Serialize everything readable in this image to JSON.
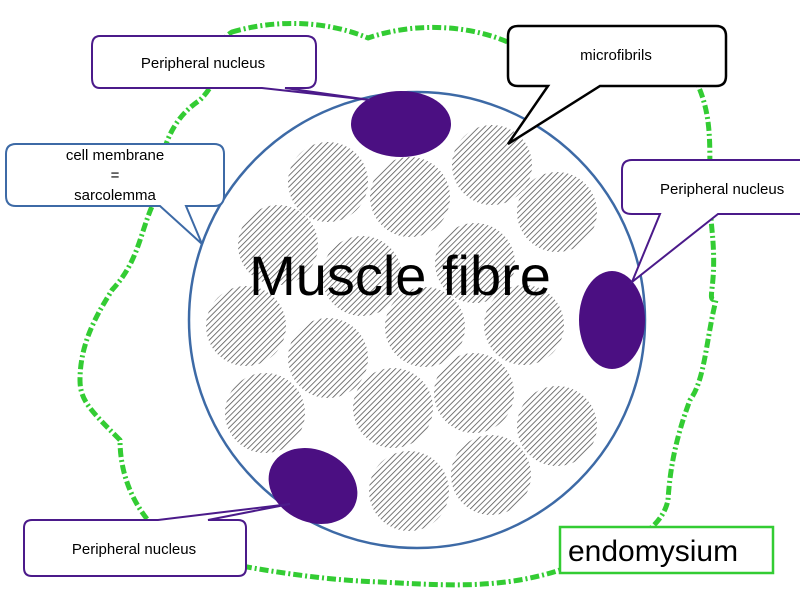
{
  "diagram": {
    "title": "Muscle fibre",
    "labels": {
      "peripheral_nucleus_top": "Peripheral nucleus",
      "microfibrils": "microfibrils",
      "cell_membrane_line1": "cell membrane",
      "cell_membrane_line2": "=",
      "cell_membrane_line3": "sarcolemma",
      "peripheral_nucleus_right": "Peripheral nucleus",
      "peripheral_nucleus_bottom": "Peripheral nucleus",
      "endomysium": "endomysium"
    },
    "colors": {
      "membrane": "#3d6aa6",
      "nucleus": "#4b0f82",
      "callout_purple": "#4b1a8a",
      "callout_blue": "#3d6aa6",
      "endomysium": "#33cc33",
      "fibril_hatch": "#555555"
    }
  }
}
